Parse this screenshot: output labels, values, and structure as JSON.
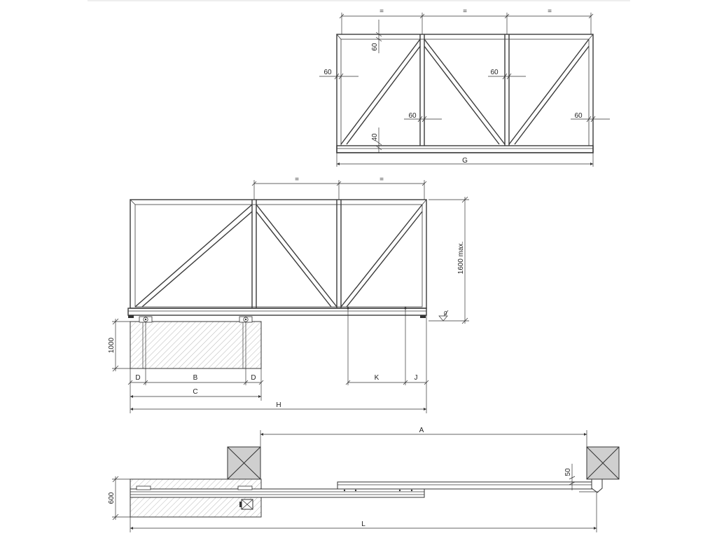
{
  "top_view": {
    "equal_marks": [
      "=",
      "=",
      "="
    ],
    "dim_60_top": "60",
    "dim_60_left": "60",
    "dim_60_mid_right": "60",
    "dim_60_mid_low": "60",
    "dim_60_right": "60",
    "dim_40": "40",
    "dim_G": "G"
  },
  "middle_view": {
    "equal_marks": [
      "=",
      "="
    ],
    "dim_height": "1600 max.",
    "dim_1000": "1000",
    "dim_D1": "D",
    "dim_B": "B",
    "dim_D2": "D",
    "dim_C": "C",
    "dim_H": "H",
    "dim_K": "K",
    "dim_J": "J",
    "level_mark": "0"
  },
  "plan_view": {
    "dim_A": "A",
    "dim_50": "50",
    "dim_600": "600",
    "dim_L": "L"
  }
}
